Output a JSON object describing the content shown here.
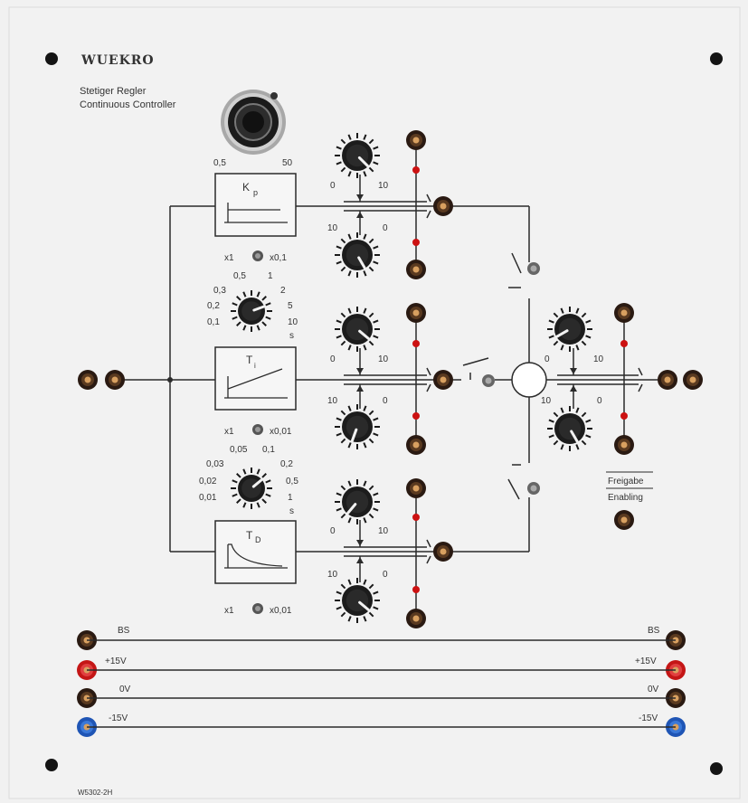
{
  "brand": "WUEKRO",
  "title_de": "Stetiger Regler",
  "title_en": "Continuous Controller",
  "model": "W5302-2H",
  "colors": {
    "panel": "#f1f1f1",
    "brand": "#2f8a4a",
    "line": "#2b2b2b",
    "jack_red": "#c41616",
    "jack_blue": "#1f55b5",
    "led": "#cc1111",
    "knob": "#1c1c1c"
  },
  "kp_block": {
    "label_main": "K",
    "label_sub": "p",
    "pot_min": "0,5",
    "pot_max": "50",
    "switch_left": "x1",
    "switch_right": "x0,1"
  },
  "ti_block": {
    "label_main": "T",
    "label_sub": "i",
    "scale": [
      "0,1",
      "0,2",
      "0,3",
      "0,5",
      "1",
      "2",
      "5",
      "10"
    ],
    "unit": "s",
    "switch_left": "x1",
    "switch_right": "x0,01"
  },
  "td_block": {
    "label_main": "T",
    "label_sub": "D",
    "scale": [
      "0,01",
      "0,02",
      "0,03",
      "0,05",
      "0,1",
      "0,2",
      "0,5",
      "1"
    ],
    "unit": "s",
    "switch_left": "x1",
    "switch_right": "x0,01"
  },
  "trim_scale": {
    "min": "0",
    "max": "10"
  },
  "enable": {
    "label_de": "Freigabe",
    "label_en": "Enabling"
  },
  "rails": [
    {
      "label": "BS",
      "color": "dark"
    },
    {
      "label": "+15V",
      "color": "red"
    },
    {
      "label": "0V",
      "color": "dark"
    },
    {
      "label": "-15V",
      "color": "blue"
    }
  ]
}
